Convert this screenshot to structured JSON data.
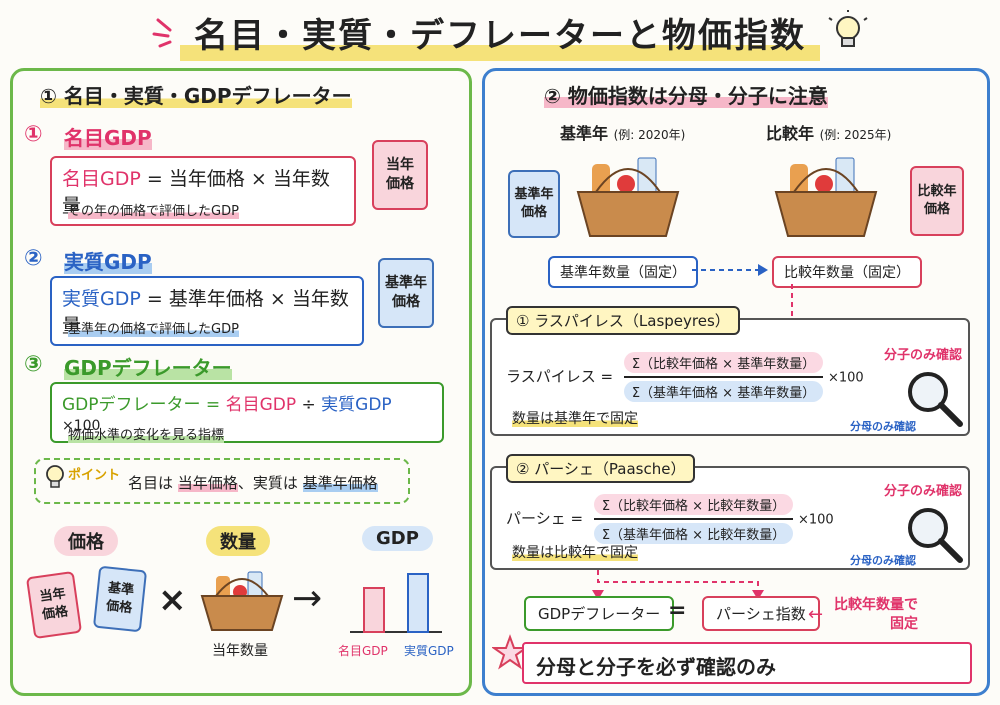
{
  "title": "名目・実質・デフレーターと物価指数",
  "left": {
    "heading": "① 名目・実質・GDPデフレーター",
    "nominal": {
      "num": "①",
      "name": "名目GDP",
      "formula_a": "名目GDP",
      "formula_b": "= 当年価格 × 当年数量",
      "note": "その年の価格で評価したGDP",
      "tag": "当年\n価格"
    },
    "real": {
      "num": "②",
      "name": "実質GDP",
      "formula_a": "実質GDP",
      "formula_b": "= 基準年価格 × 当年数量",
      "note": "基準年の価格で評価したGDP",
      "tag": "基準年\n価格"
    },
    "deflator": {
      "num": "③",
      "name": "GDPデフレーター",
      "formula_a": "GDPデフレーター =",
      "formula_b": "名目GDP",
      "formula_c": "÷",
      "formula_d": "実質GDP",
      "formula_e": "×100",
      "note": "物価水準の変化を見る指標"
    },
    "point": {
      "label": "ポイント",
      "t1": "名目は",
      "t2": "当年価格",
      "t3": "、実質は",
      "t4": "基準年価格"
    },
    "illus": {
      "price_label": "価格",
      "qty_label": "数量",
      "gdp_label": "GDP",
      "tag1": "当年\n価格",
      "tag2": "基準\n価格",
      "times": "×",
      "arrow": "→",
      "qty_caption": "当年数量",
      "bar1": "名目GDP",
      "bar2": "実質GDP"
    }
  },
  "right": {
    "heading": "② 物価指数は分母・分子に注意",
    "base_year": "基準年",
    "base_year_ex": "(例: 2020年)",
    "comp_year": "比較年",
    "comp_year_ex": "(例: 2025年)",
    "tag_base": "基準年\n価格",
    "tag_comp": "比較年\n価格",
    "base_qty": "基準年数量（固定）",
    "comp_qty": "比較年数量（固定）",
    "laspeyres": {
      "title": "① ラスパイレス（Laspeyres）",
      "lhs": "ラスパイレス =",
      "num": "Σ（比較年価格 × 基準年数量）",
      "den": "Σ（基準年価格 × 基準年数量）",
      "mult": "×100",
      "note": "数量は基準年で固定",
      "top_check": "分子のみ確認",
      "bottom_check": "分母のみ確認"
    },
    "paasche": {
      "title": "② パーシェ（Paasche）",
      "lhs": "パーシェ =",
      "num": "Σ（比較年価格 × 比較年数量）",
      "den": "Σ（基準年価格 × 比較年数量）",
      "mult": "×100",
      "note": "数量は比較年で固定",
      "top_check": "分子のみ確認",
      "bottom_check": "分母のみ確認"
    },
    "relation": {
      "left": "GDPデフレーター",
      "eq": "=",
      "right": "パーシェ指数",
      "note": "比較年数量で\n固定"
    },
    "footer": "分母と分子を必ず確認のみ"
  },
  "colors": {
    "green": "#6cb84a",
    "blue": "#3d7fce",
    "pink": "#e0336a",
    "yellow": "#f5e27a"
  },
  "icons": [
    "lightbulb-icon",
    "price-tag-icon",
    "basket-icon",
    "magnifier-icon",
    "star-icon",
    "arrow-icon"
  ]
}
